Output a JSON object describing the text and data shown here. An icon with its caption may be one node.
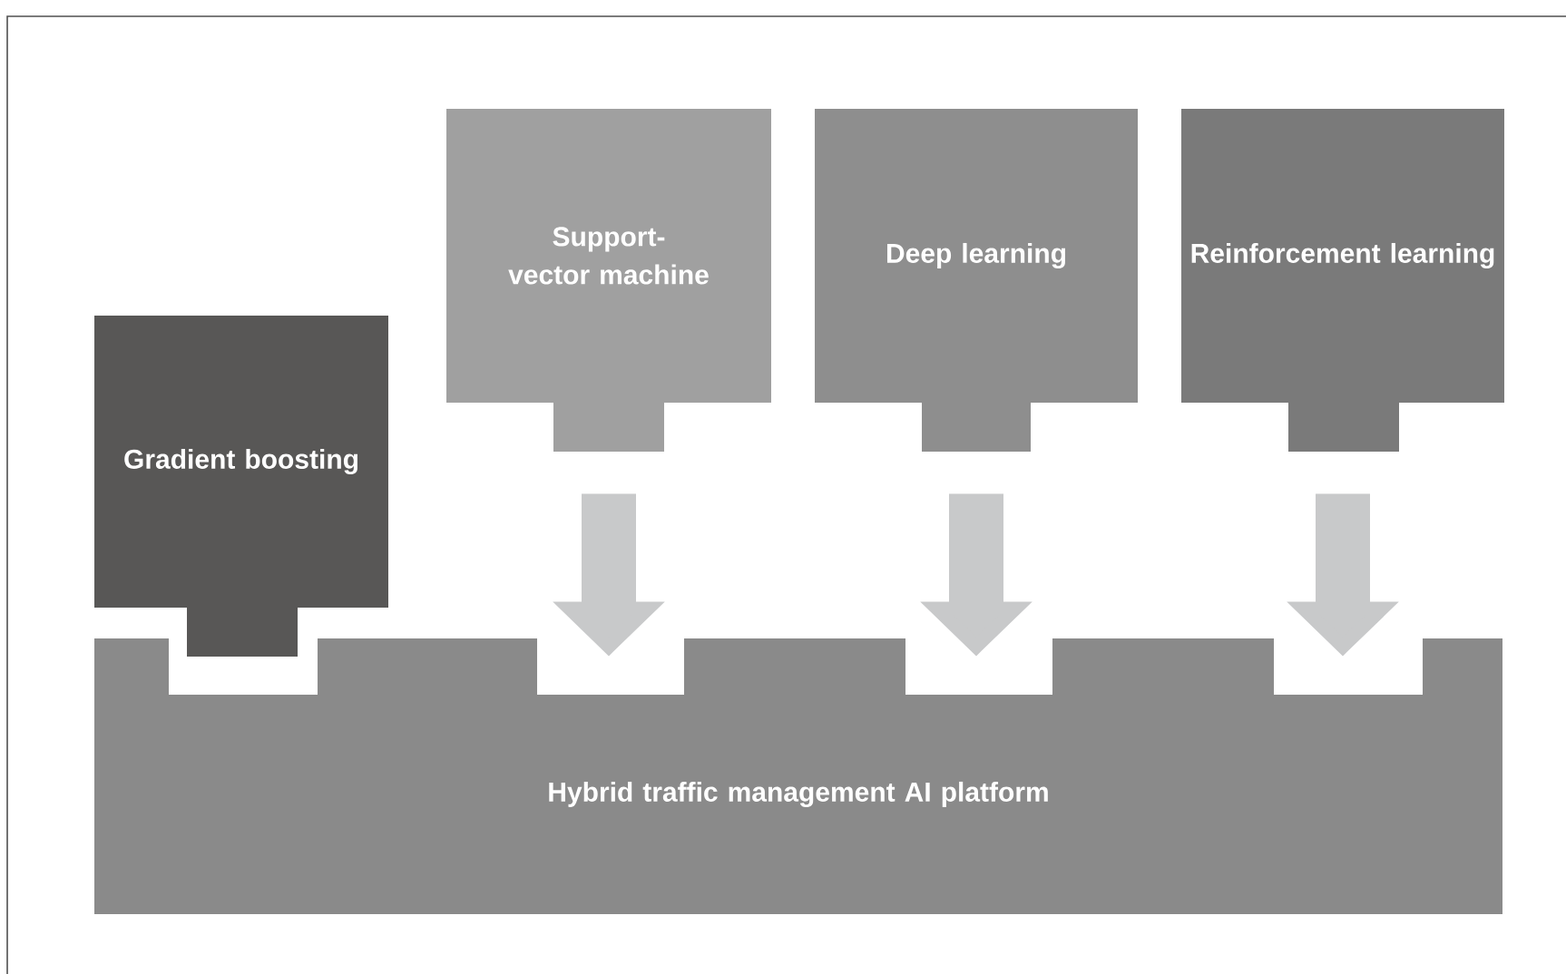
{
  "diagram": {
    "nodes": [
      {
        "text": [
          "Gradient boosting"
        ]
      },
      {
        "text": [
          "Support-vector machine"
        ]
      },
      {
        "text": [
          "Deep learning"
        ]
      },
      {
        "text": [
          "Reinforcement learning"
        ]
      },
      {
        "text": [
          "Hybrid traffic management AI platform"
        ]
      }
    ],
    "edges": [
      {
        "from": 1,
        "to": 4,
        "arrow": "to"
      },
      {
        "from": 2,
        "to": 4,
        "arrow": "to"
      },
      {
        "from": 3,
        "to": 4,
        "arrow": "to"
      }
    ]
  }
}
